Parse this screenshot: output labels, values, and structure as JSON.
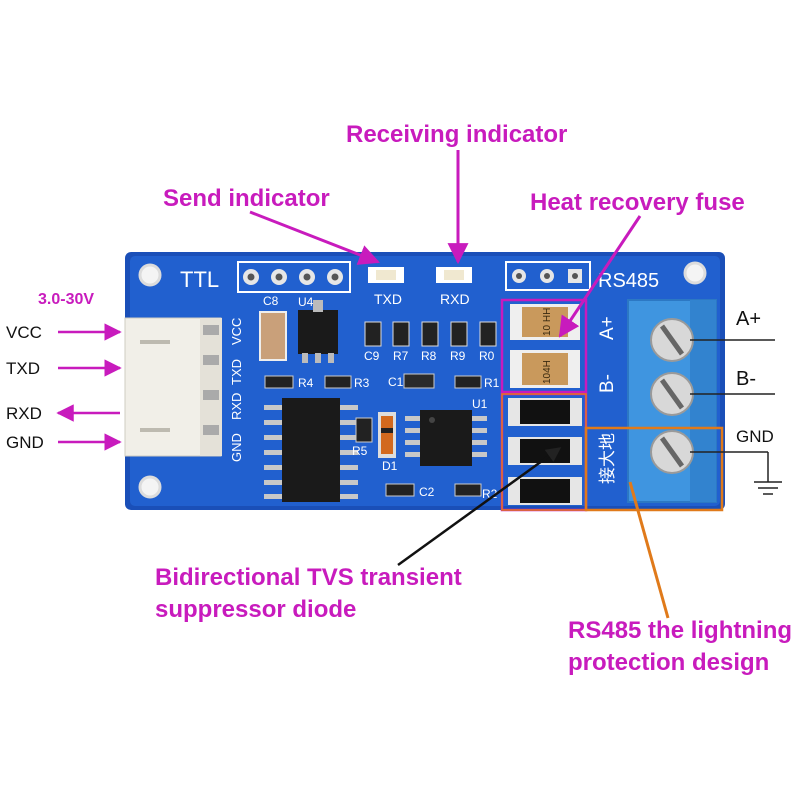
{
  "annotations": {
    "receiving_indicator": "Receiving indicator",
    "send_indicator": "Send indicator",
    "heat_fuse": "Heat recovery fuse",
    "tvs_line1": "Bidirectional TVS transient",
    "tvs_line2": "suppressor diode",
    "lightning_line1": "RS485 the lightning",
    "lightning_line2": "protection design"
  },
  "left_pins": {
    "supply": "3.0-30V",
    "vcc": "VCC",
    "txd": "TXD",
    "rxd": "RXD",
    "gnd": "GND"
  },
  "right_pins": {
    "a": "A+",
    "b": "B-",
    "gnd": "GND"
  },
  "board": {
    "ttl": "TTL",
    "rs485": "RS485",
    "led_txd": "TXD",
    "led_rxd": "RXD",
    "conn_labels": [
      "GND",
      "RXD",
      "TXD",
      "VCC"
    ],
    "term_a": "A+",
    "term_b": "B-",
    "term_gnd_cn": "接大地",
    "refs": {
      "c8": "C8",
      "u4": "U4",
      "c9": "C9",
      "r7": "R7",
      "r8": "R8",
      "r9": "R9",
      "r0": "R0",
      "r4": "R4",
      "r3": "R3",
      "c1": "C1",
      "r1": "R1",
      "u1": "U1",
      "r5": "R5",
      "d1": "D1",
      "c2": "C2",
      "r2": "R2"
    },
    "fuse_marks": [
      "10 HH",
      "104H"
    ]
  },
  "colors": {
    "annotation": "#c81bbd",
    "pcb": "#1c56c8",
    "terminal": "#3c94e0",
    "lightning_box": "#e07a1a"
  }
}
